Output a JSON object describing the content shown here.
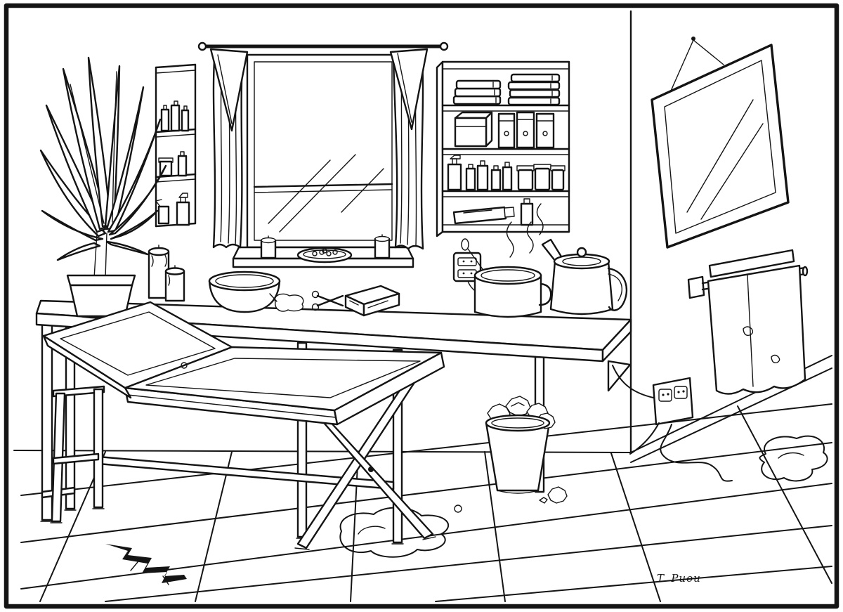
{
  "meta": {
    "signature": "T. Puou"
  },
  "palette": {
    "line": "#141414",
    "background": "#ffffff"
  },
  "scene": {
    "objects": [
      "border-frame",
      "tiled-floor",
      "floor-crack",
      "water-puddle-center",
      "water-puddle-right",
      "houseplant",
      "plant-pot",
      "wall-shelf-left",
      "toiletry-bottles",
      "window",
      "curtain-left",
      "curtain-right",
      "window-sill",
      "sill-candle-left",
      "pebble-dish",
      "sill-candle-right",
      "supply-cabinet",
      "folded-towels",
      "storage-box",
      "binders",
      "cosmetic-bottles",
      "cream-jars",
      "lying-bottle",
      "counter",
      "pillar-candles",
      "mixing-bowl",
      "spilled-liquid",
      "scissors",
      "tissue-box",
      "counter-socket",
      "steam-pot",
      "ladle",
      "kettle",
      "steam",
      "massage-table",
      "wastebasket",
      "crumpled-paper",
      "mirror",
      "hanging-hook",
      "towel-rail",
      "hanging-towel",
      "wall-outlet",
      "power-cord",
      "artist-signature"
    ]
  }
}
